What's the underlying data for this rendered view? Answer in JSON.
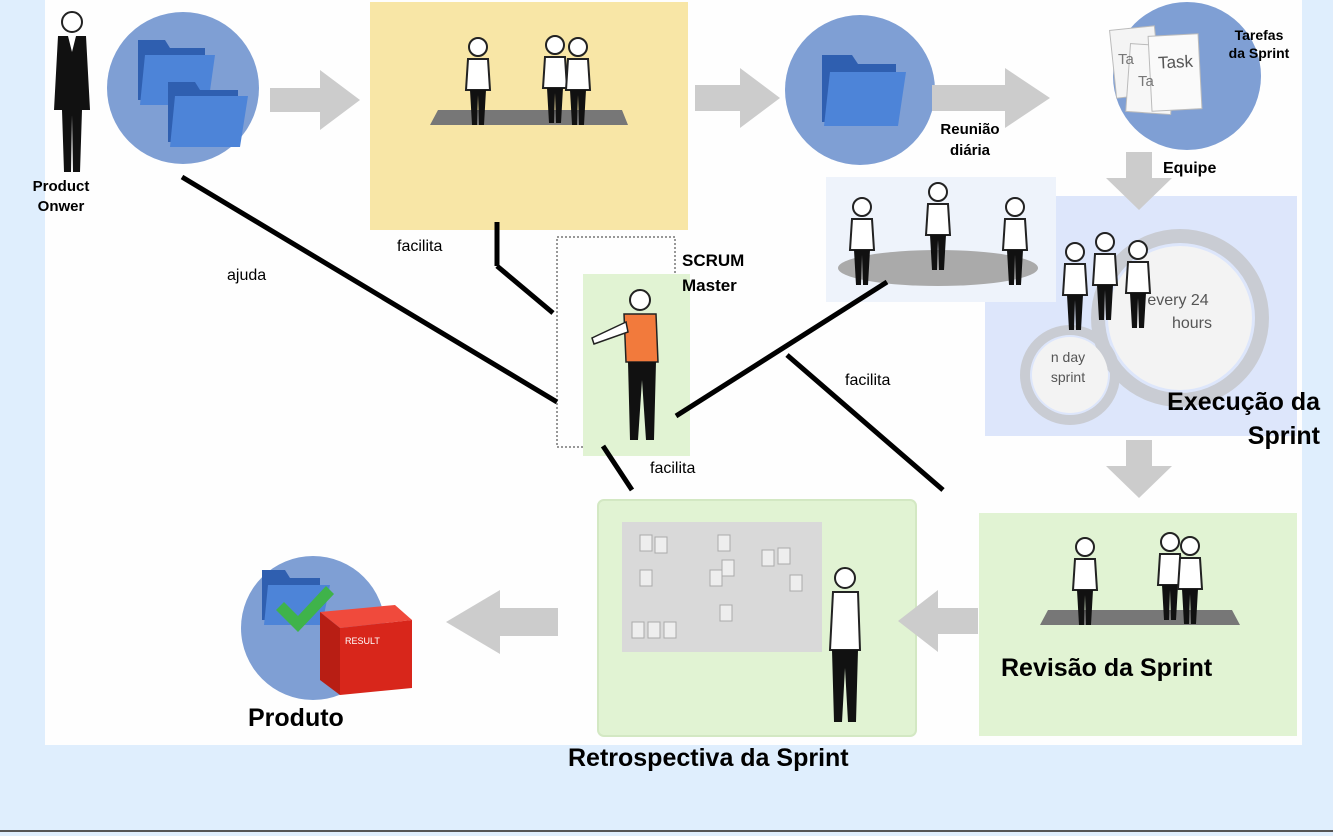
{
  "labels": {
    "product_owner": "Product\nOnwer",
    "tarefas": "Tarefas\nda Sprint",
    "reuniao": "Reunião\ndiária",
    "equipe": "Equipe",
    "scrum_master": "SCRUM\nMaster",
    "facilita_1": "facilita",
    "facilita_2": "facilita",
    "facilita_3": "facilita",
    "ajuda": "ajuda",
    "execucao": "Execução da\nSprint",
    "revisao": "Revisão da Sprint",
    "retrospectiva": "Retrospectiva da Sprint",
    "produto": "Produto"
  },
  "image_text": {
    "task_1": "Task",
    "task_2": "Ta",
    "task_3": "Ta",
    "cycle_24": "every 24\nhours",
    "n_day": "n day\nsprint",
    "result": "RESULT"
  },
  "colors": {
    "background": "#dfeefd",
    "planning_box": "#f8e6a6",
    "green_box": "#e1f3d3",
    "execution_box": "#dde6fb",
    "circle_blue": "#7f9fd4",
    "folder_blue": "#3c6fc4",
    "arrow_gray": "#cccccc",
    "scrum_shirt": "#f27a3c",
    "result_red": "#d8261b",
    "check_green": "#3fb34a"
  }
}
